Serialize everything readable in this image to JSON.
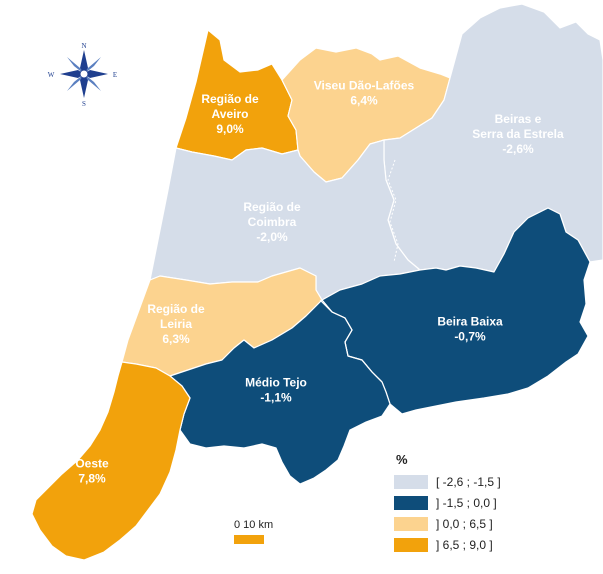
{
  "compass": {
    "n": "N",
    "s": "S",
    "e": "E",
    "w": "W"
  },
  "regions": [
    {
      "name": "Região de Aveiro",
      "line1": "Região de",
      "line2": "Aveiro",
      "value": "9,0%",
      "value_num": 9.0,
      "class": "]6,5 ; 9,0]",
      "color": "#f2a20c",
      "text_color": "#ffffff"
    },
    {
      "name": "Viseu Dão-Lafões",
      "line1": "Viseu Dão-Lafões",
      "line2": "",
      "value": "6,4%",
      "value_num": 6.4,
      "class": "]0,0 ; 6,5]",
      "color": "#fcd38f",
      "text_color": "#ffffff"
    },
    {
      "name": "Beiras e Serra da Estrela",
      "line1": "Beiras e",
      "line2": "Serra da Estrela",
      "value": "-2,6%",
      "value_num": -2.6,
      "class": "[-2,6 ; -1,5]",
      "color": "#d5dde9",
      "text_color": "#ffffff"
    },
    {
      "name": "Região de Coimbra",
      "line1": "Região de",
      "line2": "Coimbra",
      "value": "-2,0%",
      "value_num": -2.0,
      "class": "[-2,6 ; -1,5]",
      "color": "#d5dde9",
      "text_color": "#ffffff"
    },
    {
      "name": "Região de Leiria",
      "line1": "Região de",
      "line2": "Leiria",
      "value": "6,3%",
      "value_num": 6.3,
      "class": "]0,0 ; 6,5]",
      "color": "#fcd38f",
      "text_color": "#ffffff"
    },
    {
      "name": "Beira Baixa",
      "line1": "Beira Baixa",
      "line2": "",
      "value": "-0,7%",
      "value_num": -0.7,
      "class": "]-1,5 ; 0,0]",
      "color": "#0e4d7a",
      "text_color": "#ffffff"
    },
    {
      "name": "Médio Tejo",
      "line1": "Médio Tejo",
      "line2": "",
      "value": "-1,1%",
      "value_num": -1.1,
      "class": "]-1,5 ; 0,0]",
      "color": "#0e4d7a",
      "text_color": "#ffffff"
    },
    {
      "name": "Oeste",
      "line1": "Oeste",
      "line2": "",
      "value": "7,8%",
      "value_num": 7.8,
      "class": "]6,5 ; 9,0]",
      "color": "#f2a20c",
      "text_color": "#ffffff"
    }
  ],
  "legend": {
    "title": "%",
    "items": [
      {
        "label": "[ -2,6 ; -1,5 ]",
        "color": "#d5dde9"
      },
      {
        "label": "] -1,5 ; 0,0 ]",
        "color": "#0e4d7a"
      },
      {
        "label": "] 0,0 ; 6,5 ]",
        "color": "#fcd38f"
      },
      {
        "label": "] 6,5 ; 9,0 ]",
        "color": "#f2a20c"
      }
    ]
  },
  "scale": {
    "label": "0    10  km",
    "color": "#f2a20c"
  }
}
